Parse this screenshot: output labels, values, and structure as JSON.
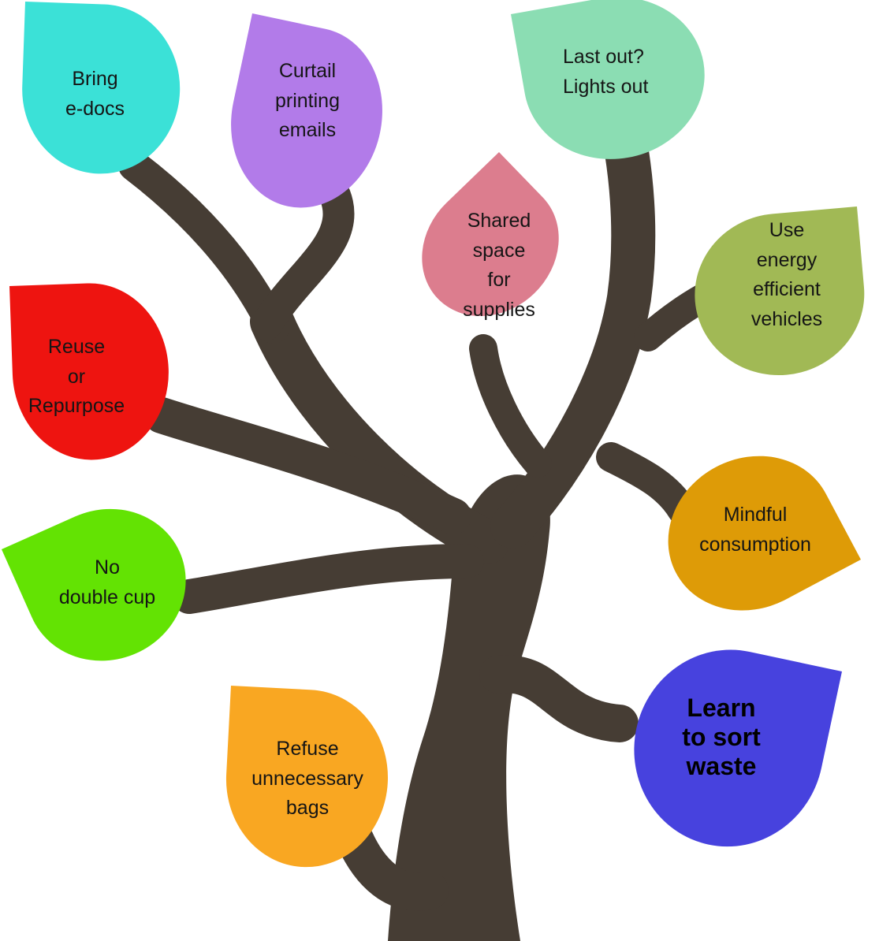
{
  "figure": {
    "background": "#ffffff",
    "trunk_color": "#463D34",
    "text_color": "#151515"
  },
  "leaves": [
    {
      "id": "bring-e-docs",
      "label": "Bring\ne-docs",
      "color": "#3BE1D7"
    },
    {
      "id": "curtail-printing-emails",
      "label": "Curtail\nprinting\nemails",
      "color": "#B27BE9"
    },
    {
      "id": "last-out-lights-out",
      "label": "Last out?\nLights out",
      "color": "#8BDDB3"
    },
    {
      "id": "shared-space-for-supplies",
      "label": "Shared\nspace\nfor\nsupplies",
      "color": "#DC7D8E"
    },
    {
      "id": "use-energy-efficient-vehicles",
      "label": "Use\nenergy\nefficient\nvehicles",
      "color": "#A1B955"
    },
    {
      "id": "reuse-or-repurpose",
      "label": "Reuse\nor\nRepurpose",
      "color": "#EE1410"
    },
    {
      "id": "no-double-cup",
      "label": "No\ndouble cup",
      "color": "#63E303"
    },
    {
      "id": "mindful-consumption",
      "label": "Mindful\nconsumption",
      "color": "#DE9B07"
    },
    {
      "id": "learn-to-sort-waste",
      "label": "Learn\nto sort\nwaste",
      "color": "#4742DE",
      "emphasis": true
    },
    {
      "id": "refuse-unnecessary-bags",
      "label": "Refuse\nunnecessary\nbags",
      "color": "#F9A722"
    }
  ]
}
